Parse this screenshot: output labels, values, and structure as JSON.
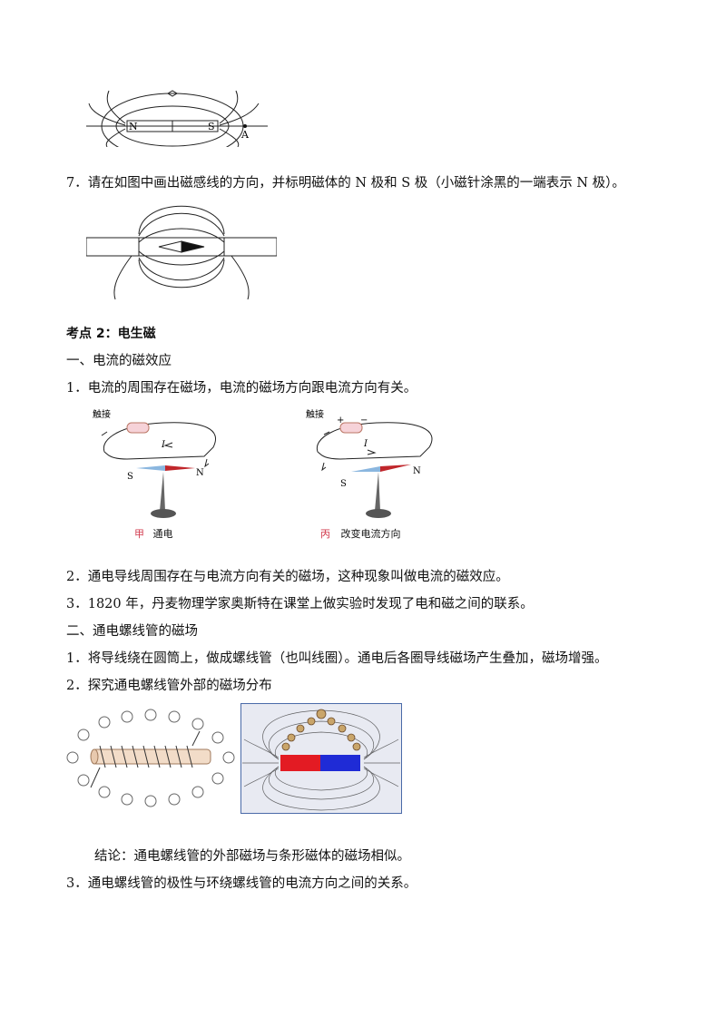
{
  "figure1": {
    "pole_n": "N",
    "pole_s": "S",
    "point_a": "A"
  },
  "q7": "7．请在如图中画出磁感线的方向，并标明磁体的 N 极和 S 极（小磁针涂黑的一端表示 N 极）。",
  "section2_title": "考点 2：电生磁",
  "sub1": "一、电流的磁效应",
  "p1": "1．电流的周围存在磁场，电流的磁场方向跟电流方向有关。",
  "fig_jia": {
    "label_touch": "触接",
    "label_i": "I",
    "label_n": "N",
    "label_s": "S",
    "cap_mark": "甲",
    "cap_text": "通电"
  },
  "fig_bing": {
    "label_touch": "触接",
    "label_plus": "+",
    "label_minus": "−",
    "label_i": "I",
    "label_n": "N",
    "label_s": "S",
    "cap_mark": "丙",
    "cap_text": "改变电流方向"
  },
  "p2": "2．通电导线周围存在与电流方向有关的磁场，这种现象叫做电流的磁效应。",
  "p3": "3．1820 年，丹麦物理学家奥斯特在课堂上做实验时发现了电和磁之间的联系。",
  "sub2": "二、通电螺线管的磁场",
  "s1": "1．将导线绕在圆筒上，做成螺线管（也叫线圈）。通电后各圈导线磁场产生叠加，磁场增强。",
  "s2": "2．探究通电螺线管外部的磁场分布",
  "conclusion": "结论：通电螺线管的外部磁场与条形磁体的磁场相似。",
  "s3": "3．通电螺线管的极性与环绕螺线管的电流方向之间的关系。",
  "colors": {
    "magnet_red": "#e31b23",
    "magnet_blue": "#1f2bd6",
    "caption_red": "#d23b4e",
    "filings_bg": "#e8eaf2"
  }
}
